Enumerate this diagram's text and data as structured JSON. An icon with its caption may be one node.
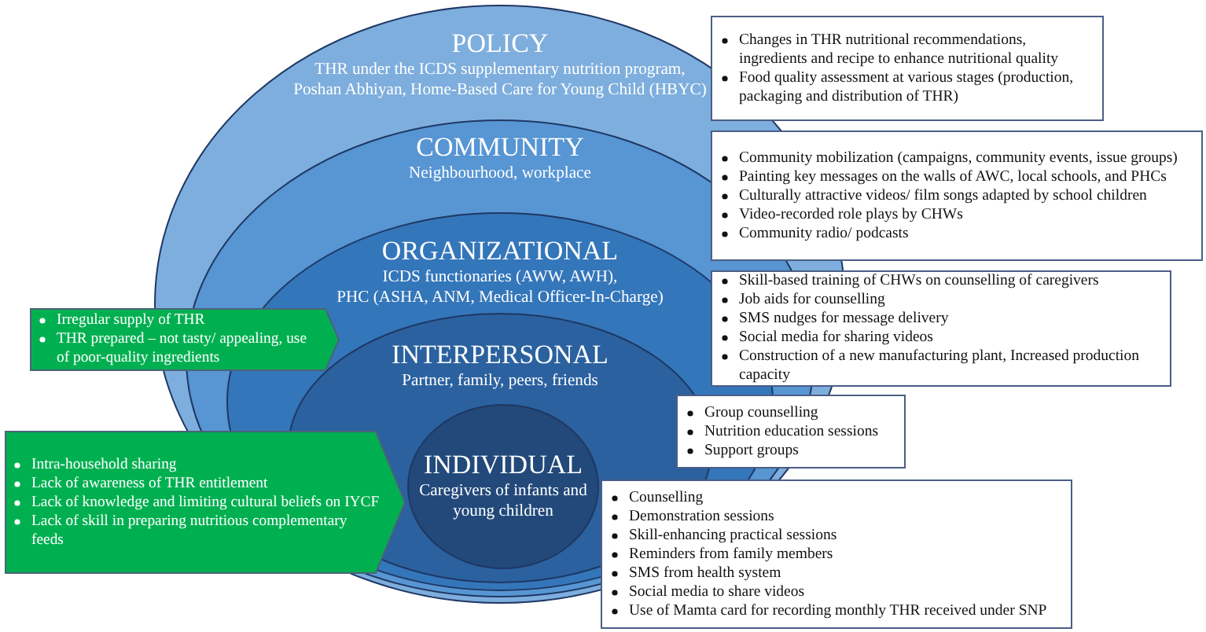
{
  "diagram": {
    "nodes": [
      {
        "text": [
          "POLICY",
          "THR under the ICDS supplementary nutrition program, Poshan Abhiyan, Home-Based Care for Young Child (HBYC)"
        ]
      },
      {
        "text": [
          "COMMUNITY",
          "Neighbourhood, workplace"
        ],
        "in": 0
      },
      {
        "text": [
          "ORGANIZATIONAL",
          "ICDS functionaries (AWW, AWH),",
          "PHC (ASHA, ANM, Medical Officer-In-Charge)"
        ],
        "in": 1
      },
      {
        "text": [
          "INTERPERSONAL",
          "Partner, family, peers, friends"
        ],
        "in": 2
      },
      {
        "text": [
          "INDIVIDUAL",
          "Caregivers of infants and young children"
        ],
        "in": 3
      },
      {
        "text": [
          "Changes in THR nutritional recommendations, ingredients and recipe to enhance nutritional quality",
          "Food quality assessment at various stages (production, packaging and distribution of THR)"
        ]
      },
      {
        "text": [
          "Community mobilization (campaigns, community events, issue groups)",
          "Painting key messages on the walls of AWC, local schools, and PHCs",
          "Culturally attractive videos/ film songs adapted by school children",
          "Video-recorded role plays by CHWs",
          "Community radio/ podcasts"
        ]
      },
      {
        "text": [
          "Skill-based training of CHWs on counselling of caregivers",
          "Job aids for counselling",
          "SMS nudges for message delivery",
          "Social media for sharing videos",
          "Construction of a new manufacturing plant, Increased production capacity"
        ]
      },
      {
        "text": [
          "Group counselling",
          "Nutrition education sessions",
          "Support groups"
        ]
      },
      {
        "text": [
          "Counselling",
          "Demonstration sessions",
          "Skill-enhancing practical sessions",
          "Reminders from family members",
          "SMS from health system",
          "Social media to share videos",
          "Use of Mamta card for recording monthly THR received under SNP"
        ]
      },
      {
        "text": [
          "Irregular supply of THR",
          "THR prepared – not tasty/ appealing, use of poor-quality ingredients"
        ]
      },
      {
        "text": [
          "Intra-household sharing",
          "Lack of awareness of THR entitlement",
          "Lack of knowledge and limiting cultural beliefs on IYCF",
          "Lack of skill in preparing nutritious complementary feeds"
        ]
      }
    ]
  }
}
